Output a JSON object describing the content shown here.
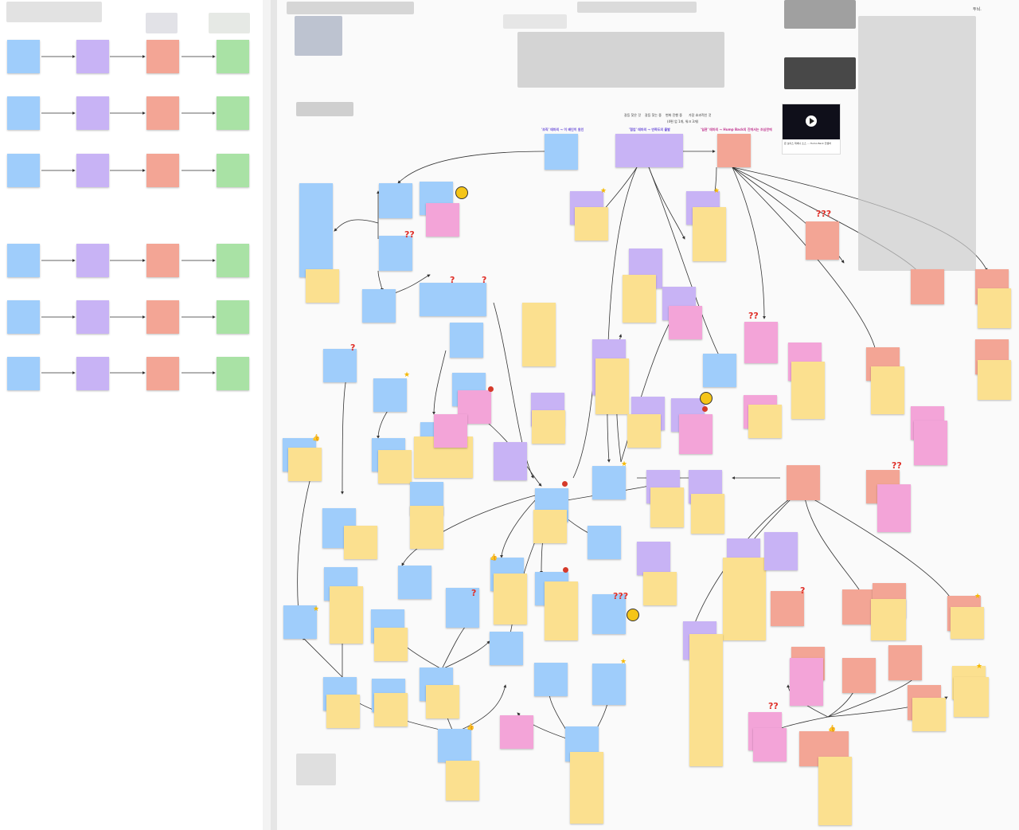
{
  "legend": {
    "items": [
      "갈등 찾은 것",
      "갈등 찾는 중",
      "변화 진행 중",
      "가장 효과적인 것"
    ],
    "subnote": "(4편 업 1개, 워크 3개)"
  },
  "column_labels": {
    "left": "'조직' 테마의 → 이 배인이 원인",
    "middle": "'협업' 테마의 → 만족도의 출발",
    "right": "'일관' 테마의 → Hump Back의 진에서는 조심한에"
  },
  "video": {
    "caption": "몬 보이스 테에나 소스 … Humo Back 컨셉하"
  },
  "top_right_text": "두뇌.",
  "colors": {
    "blue": "#9fcdfb",
    "purple": "#c8b3f5",
    "red": "#f3a595",
    "green": "#a9e2a5",
    "yellow": "#fbe08f",
    "pink": "#f3a4d8"
  }
}
